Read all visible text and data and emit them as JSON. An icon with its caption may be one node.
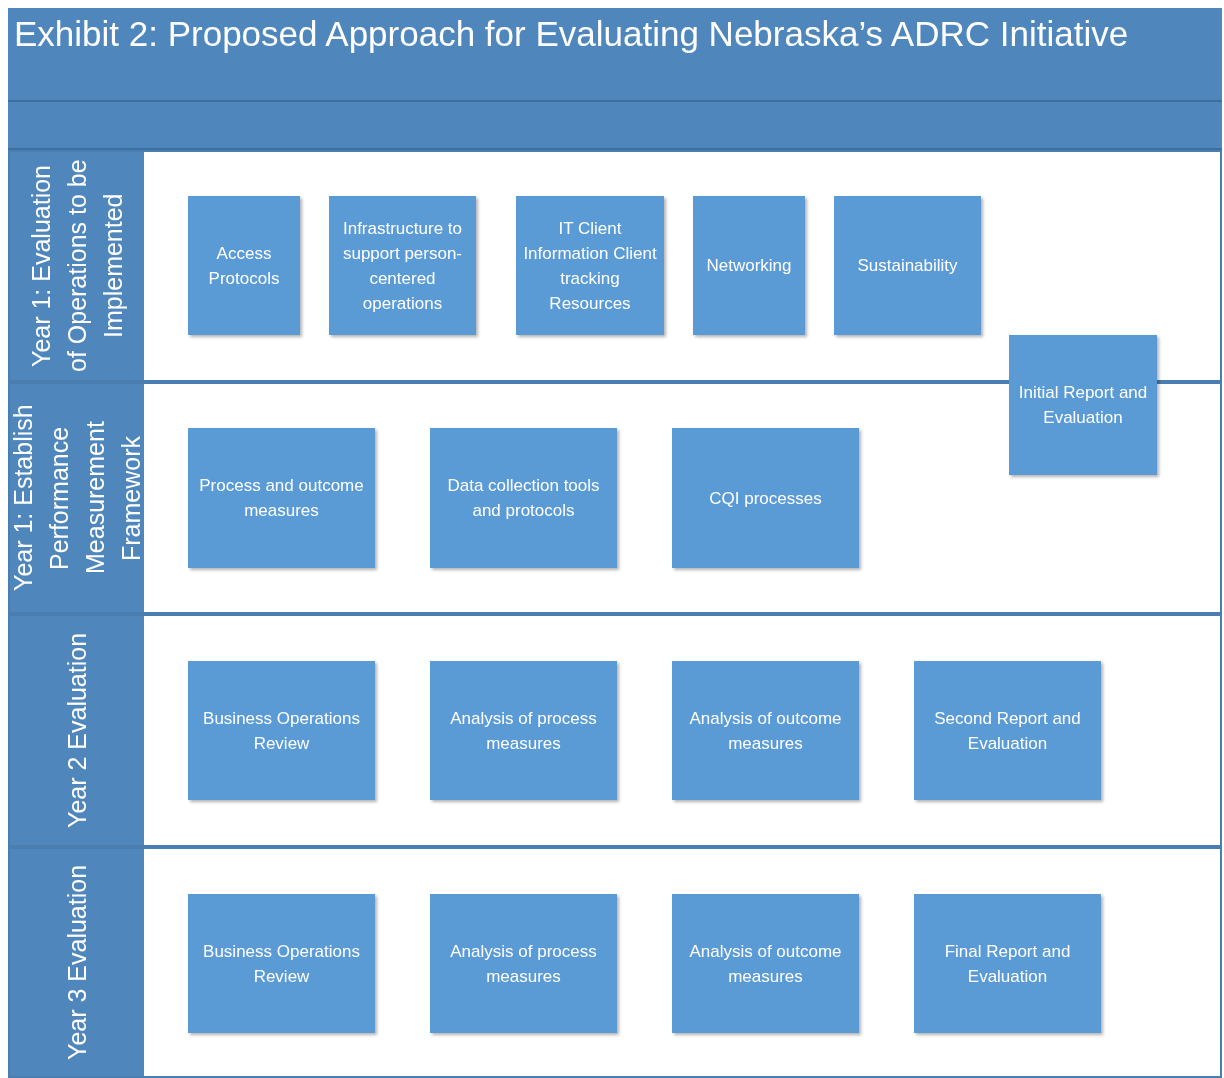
{
  "diagram": {
    "title": "Exhibit 2: Proposed Approach for Evaluating Nebraska’s ADRC Initiative",
    "nodes": [
      {
        "text": [
          "Year 1: Evaluation of Operations to be Implemented"
        ]
      },
      {
        "text": [
          "Access Protocols"
        ],
        "in": 0
      },
      {
        "text": [
          "Infrastructure to support person-centered operations"
        ],
        "in": 0
      },
      {
        "text": [
          "IT Client Information Client tracking Resources"
        ],
        "in": 0
      },
      {
        "text": [
          "Networking"
        ],
        "in": 0
      },
      {
        "text": [
          "Sustainability"
        ],
        "in": 0
      },
      {
        "text": [
          "Initial Report and Evaluation"
        ]
      },
      {
        "text": [
          "Year 1: Establish Performance Measurement Framework"
        ]
      },
      {
        "text": [
          "Process and outcome measures"
        ],
        "in": 7
      },
      {
        "text": [
          "Data collection tools and protocols"
        ],
        "in": 7
      },
      {
        "text": [
          "CQI processes"
        ],
        "in": 7
      },
      {
        "text": [
          "Year 2 Evaluation"
        ]
      },
      {
        "text": [
          "Business Operations Review"
        ],
        "in": 11
      },
      {
        "text": [
          "Analysis of process measures"
        ],
        "in": 11
      },
      {
        "text": [
          "Analysis of outcome measures"
        ],
        "in": 11
      },
      {
        "text": [
          "Second Report and Evaluation"
        ],
        "in": 11
      },
      {
        "text": [
          "Year 3 Evaluation"
        ]
      },
      {
        "text": [
          "Business Operations Review"
        ],
        "in": 16
      },
      {
        "text": [
          "Analysis of process measures"
        ],
        "in": 16
      },
      {
        "text": [
          "Analysis of outcome measures"
        ],
        "in": 16
      },
      {
        "text": [
          "Final Report and Evaluation"
        ],
        "in": 16
      }
    ]
  }
}
